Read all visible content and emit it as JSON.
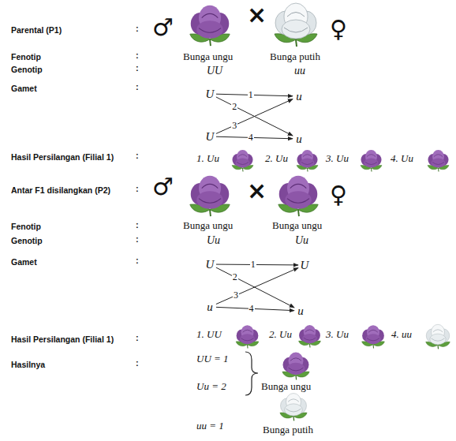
{
  "diagram": {
    "nodes": [
      {
        "text": [
          "U"
        ]
      },
      {
        "text": [
          "u"
        ]
      },
      {
        "text": [
          "U"
        ]
      },
      {
        "text": [
          "u"
        ]
      },
      {
        "text": [
          "U"
        ]
      },
      {
        "text": [
          "U"
        ]
      },
      {
        "text": [
          "u"
        ]
      },
      {
        "text": [
          "u"
        ]
      }
    ],
    "edges": [
      {
        "from": 0,
        "to": 1,
        "label": "1",
        "arrow": "to"
      },
      {
        "from": 0,
        "to": 3,
        "label": "2",
        "arrow": "to"
      },
      {
        "from": 2,
        "to": 1,
        "label": "3",
        "arrow": "to"
      },
      {
        "from": 2,
        "to": 3,
        "label": "4",
        "arrow": "to"
      },
      {
        "from": 4,
        "to": 5,
        "label": "1",
        "arrow": "to"
      },
      {
        "from": 4,
        "to": 7,
        "label": "2",
        "arrow": "to"
      },
      {
        "from": 6,
        "to": 5,
        "label": "3",
        "arrow": "to"
      },
      {
        "from": 6,
        "to": 7,
        "label": "4",
        "arrow": "to"
      }
    ],
    "labels": [
      "Parental (P1)",
      ":",
      "♂",
      "×",
      "♀",
      "Fenotip",
      ":",
      "Bunga ungu",
      "Bunga putih",
      "Genotip",
      ":",
      "UU",
      "uu",
      "Gamet",
      ":",
      "Hasil Persilangan (Filial 1)",
      ":",
      "1. Uu",
      "2. Uu",
      "3. Uu",
      "4. Uu",
      "Antar F1 disilangkan (P2)",
      ":",
      "♂",
      "×",
      "♀",
      "Fenotip",
      ":",
      "Bunga ungu",
      "Bunga ungu",
      "Genotip",
      ":",
      "Uu",
      "Uu",
      "Gamet",
      ":",
      "Hasil Persilangan (Filial 1)",
      ":",
      "1. UU",
      "2. Uu",
      "3. Uu",
      "4. uu",
      "Hasilnya",
      ":",
      "UU = 1",
      "Uu = 2",
      "Bunga ungu",
      "uu = 1",
      "Bunga putih"
    ]
  }
}
